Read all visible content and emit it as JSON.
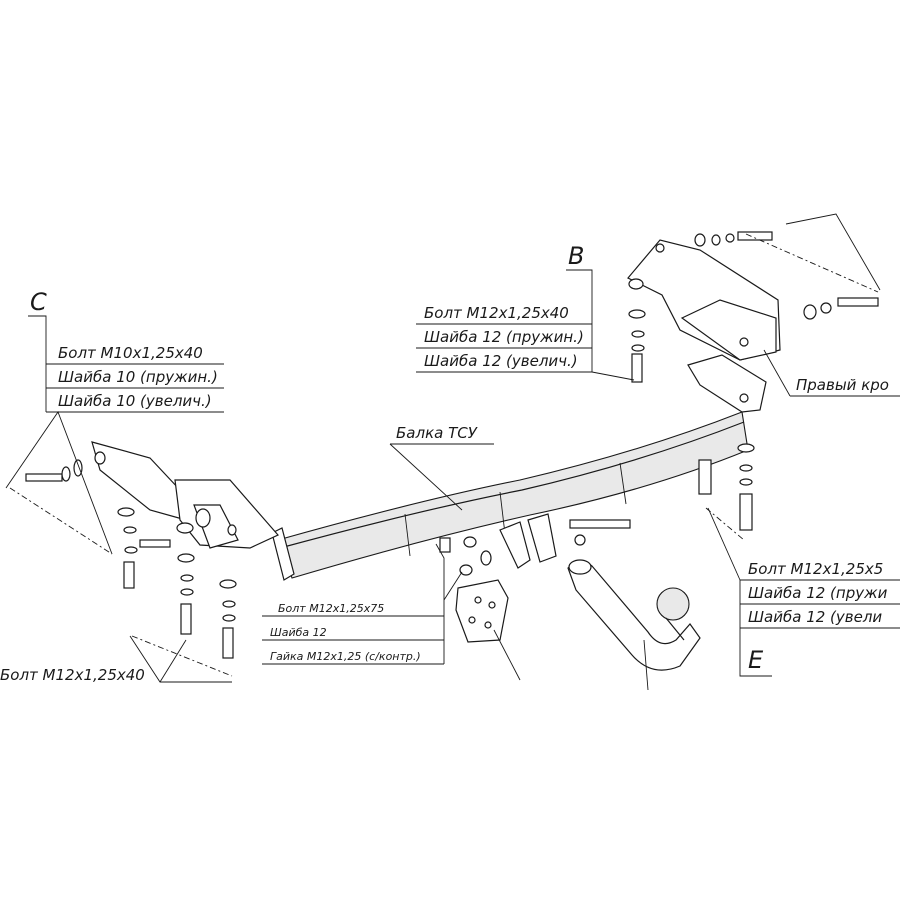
{
  "callouts": {
    "c": {
      "letter": "C",
      "lines": [
        "Болт М10х1,25х40",
        "Шайба 10 (пружин.)",
        "Шайба 10 (увелич.)"
      ]
    },
    "b": {
      "letter": "B",
      "lines": [
        "Болт М12х1,25х40",
        "Шайба 12 (пружин.)",
        "Шайба 12 (увелич.)"
      ]
    },
    "beam": {
      "label": "Балка ТСУ"
    },
    "right_bracket": {
      "label": "Правый кро"
    },
    "center": {
      "lines": [
        "Болт М12х1,25х75",
        "Шайба 12",
        "Гайка М12х1,25 (с/контр.)"
      ]
    },
    "e": {
      "letter": "E",
      "lines": [
        "Болт М12х1,25х5",
        "Шайба 12 (пружи",
        "Шайба 12 (увели"
      ]
    },
    "bottom_left": {
      "label": "Болт М12х1,25х40"
    }
  },
  "colors": {
    "line": "#1a1a1a",
    "background": "#ffffff",
    "shade": "#e9e9e9"
  }
}
